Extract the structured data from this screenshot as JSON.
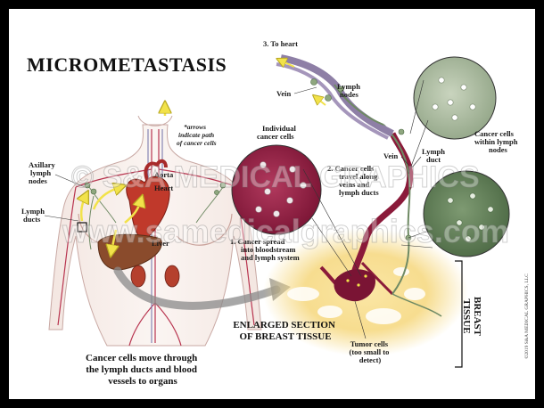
{
  "title": "MICROMETASTASIS",
  "labels": {
    "to_heart": "3.  To heart",
    "vein_top": "Vein",
    "lymph_nodes_top": "Lymph nodes",
    "cancer_cells_within_lymph_nodes": "Cancer cells within lymph nodes",
    "vein_mid": "Vein",
    "lymph_duct": "Lymph duct",
    "individual_cancer_cells": "Individual cancer cells",
    "step2": "2.  Cancer cells travel along veins and lymph ducts",
    "step1": "1.  Cancer spread into bloodstream and lymph system",
    "arrows_note": "*arrows indicate path of cancer cells",
    "axillary_lymph_nodes": "Axillary lymph nodes",
    "aorta": "Aorta",
    "heart": "Heart",
    "lymph_ducts": "Lymph ducts",
    "liver": "Liver",
    "enlarged_section": "ENLARGED SECTION OF BREAST TISSUE",
    "tumor_cells": "Tumor cells (too small to detect)",
    "breast_tissue": "BREAST TISSUE",
    "bottom_caption": "Cancer cells move through the lymph ducts and blood vessels to organs",
    "copyright": "©2019 S&A MEDICAL GRAPHICS, LLC"
  },
  "watermark": {
    "line1": "© S&A MEDICAL GRAPHICS",
    "line2": "www.samedicalgraphics.com"
  },
  "colors": {
    "blood": "#8b1a3a",
    "blood_dark": "#6a0f2a",
    "lymph_green": "#6f8a64",
    "lymph_green_dark": "#4d6a45",
    "tissue_yellow": "#f6d983",
    "vein_purple": "#8e7fa6",
    "arrow_yellow": "#f2e24a"
  }
}
